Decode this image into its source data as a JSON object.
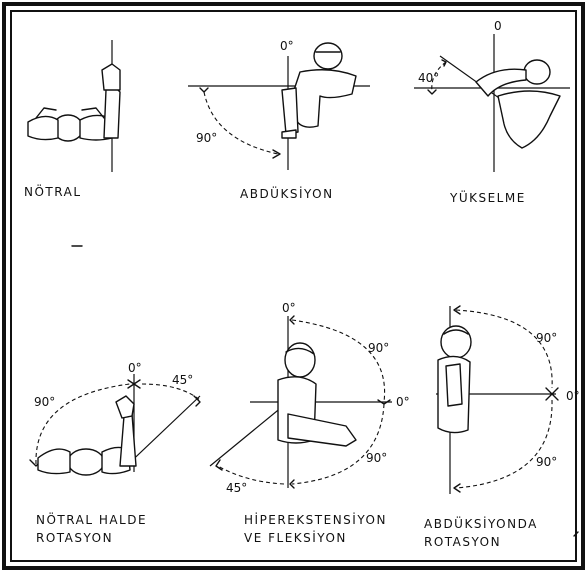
{
  "figure": {
    "panels": [
      {
        "id": "notral",
        "caption": [
          "NÖTRAL"
        ]
      },
      {
        "id": "abduksiyon",
        "caption": [
          "ABDÜKSİYON"
        ],
        "angles": [
          "0°",
          "90°"
        ]
      },
      {
        "id": "yukselme",
        "caption": [
          "YÜKSELME"
        ],
        "angles": [
          "0",
          "40°"
        ]
      },
      {
        "id": "notral-rotasyon",
        "caption": [
          "NÖTRAL HALDE",
          "ROTASYON"
        ],
        "angles": [
          "0°",
          "90°",
          "45°"
        ]
      },
      {
        "id": "hiperekstensiyon",
        "caption": [
          "HİPEREKSTENSİYON",
          "VE FLEKSİYON"
        ],
        "angles": [
          "0°",
          "90°",
          "0°",
          "90°",
          "45°"
        ]
      },
      {
        "id": "abduksiyonda-rotasyon",
        "caption": [
          "ABDÜKSİYONDA",
          "ROTASYON"
        ],
        "angles": [
          "90°",
          "0°",
          "90°"
        ]
      }
    ]
  }
}
